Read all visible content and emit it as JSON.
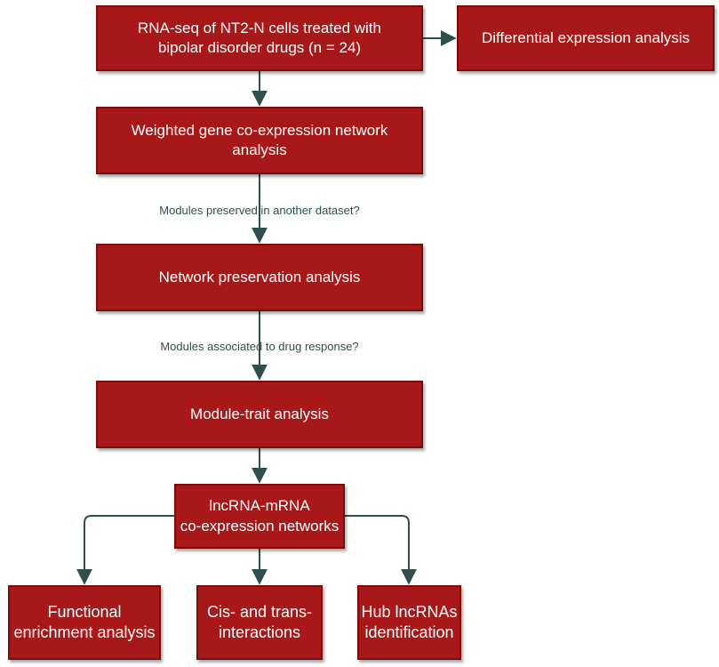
{
  "nodes": {
    "rnaseq": "RNA-seq of NT2-N cells treated with\nbipolar disorder drugs (n = 24)",
    "diff_expr": "Differential expression analysis",
    "wgcna": "Weighted gene co-expression network\nanalysis",
    "preservation": "Network preservation analysis",
    "module_trait": "Module-trait analysis",
    "lncrna_networks": "lncRNA-mRNA\nco-expression networks",
    "functional": "Functional\nenrichment analysis",
    "cis_trans": "Cis- and trans-\ninteractions",
    "hub": "Hub lncRNAs\nidentification"
  },
  "edge_labels": {
    "preserved": "Modules preserved in another dataset?",
    "associated": "Modules associated to drug response?"
  },
  "colors": {
    "box_fill": "#a81818",
    "box_border": "#7a0c0c",
    "arrow": "#2f4f4f",
    "label_text": "#2c4f4f"
  }
}
